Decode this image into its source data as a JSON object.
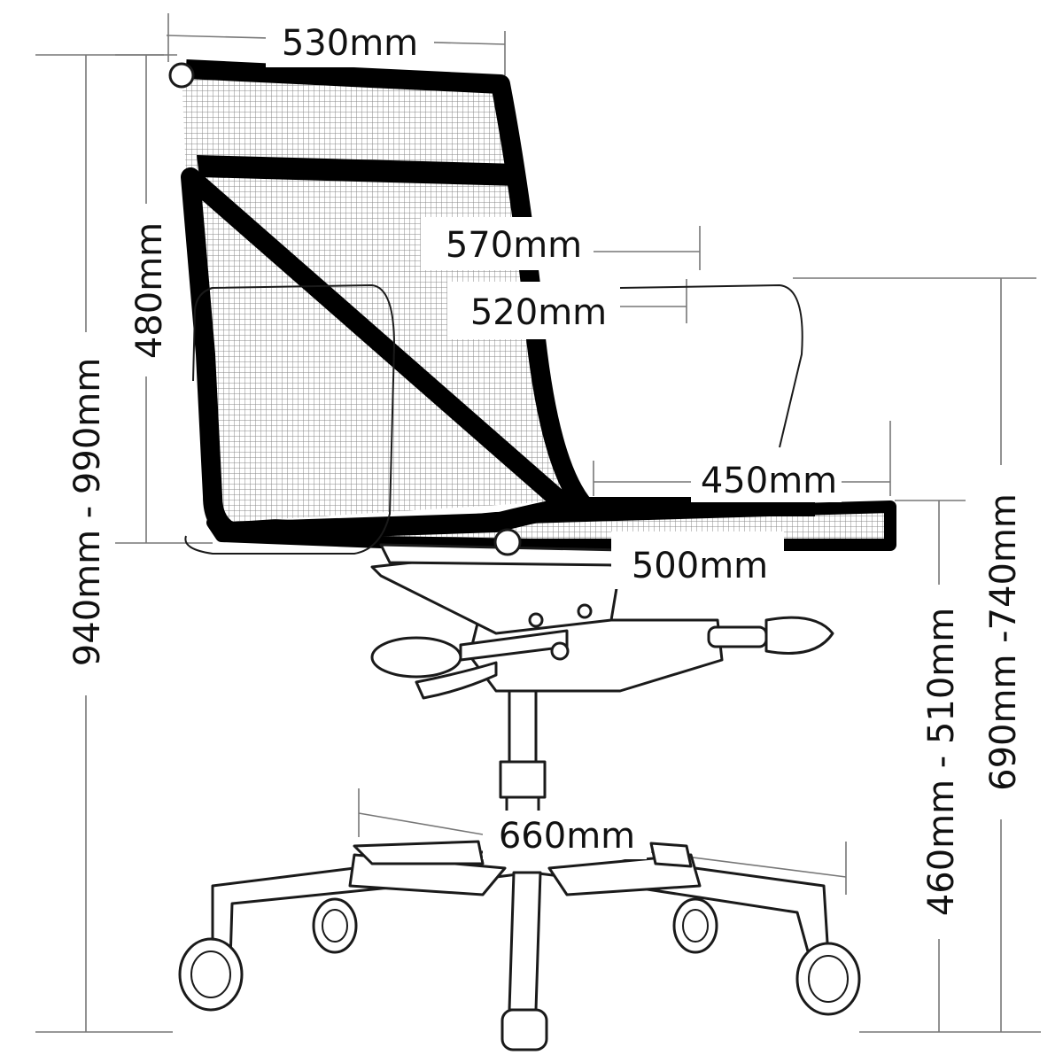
{
  "diagram": {
    "dimensions": {
      "top_width": "530mm",
      "backrest_height": "480mm",
      "overall_height": "940mm - 990mm",
      "overall_depth": "570mm",
      "armrest_depth": "520mm",
      "seat_depth": "450mm",
      "seat_width": "500mm",
      "arm_height": "690mm -740mm",
      "seat_height": "460mm - 510mm",
      "base_diameter": "660mm"
    }
  }
}
